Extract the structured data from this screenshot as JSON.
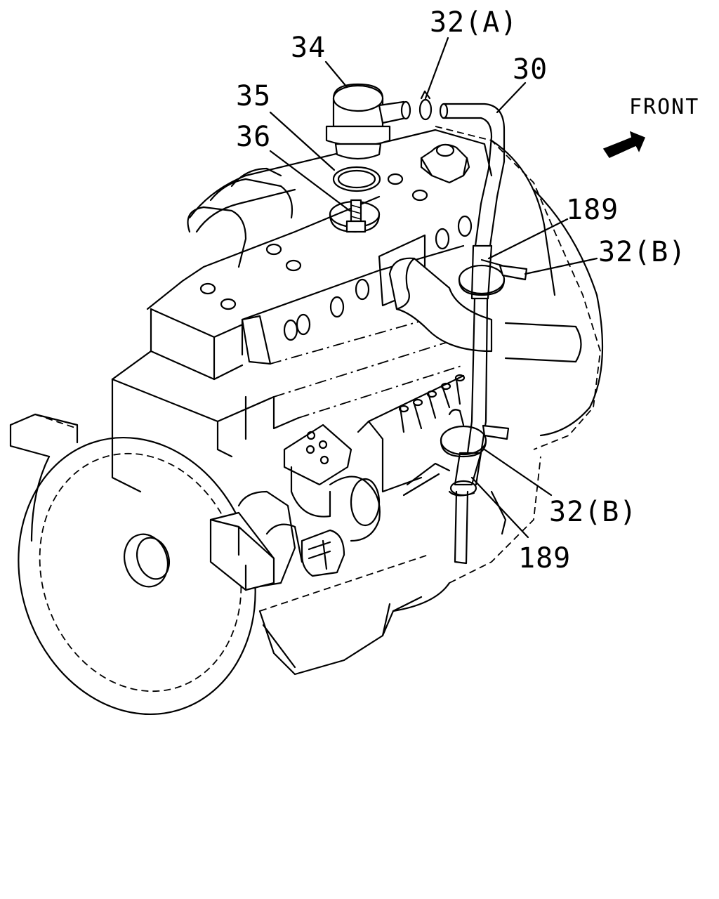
{
  "diagram": {
    "direction_label": "FRONT",
    "callouts": [
      {
        "id": "34",
        "text": "34"
      },
      {
        "id": "32A",
        "text": "32(A)"
      },
      {
        "id": "30",
        "text": "30"
      },
      {
        "id": "35",
        "text": "35"
      },
      {
        "id": "36",
        "text": "36"
      },
      {
        "id": "189-top",
        "text": "189"
      },
      {
        "id": "32B-top",
        "text": "32(B)"
      },
      {
        "id": "32B-bottom",
        "text": "32(B)"
      },
      {
        "id": "189-bottom",
        "text": "189"
      }
    ]
  }
}
